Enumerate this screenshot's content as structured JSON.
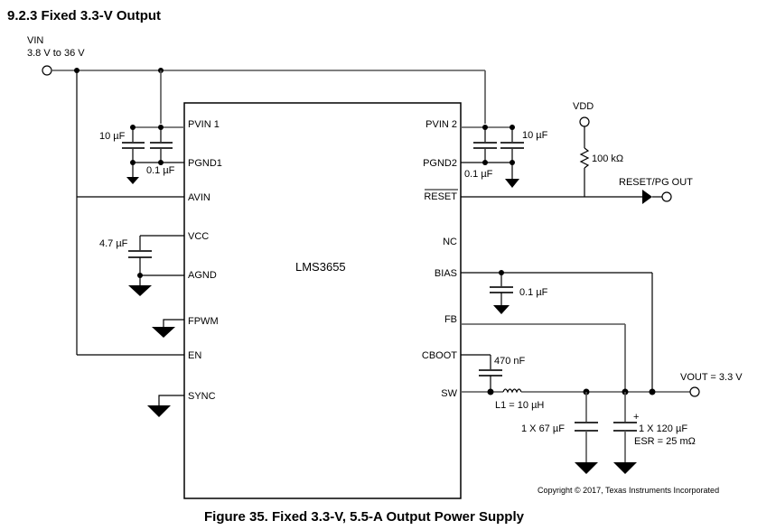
{
  "section_title": "9.2.3   Fixed 3.3-V Output",
  "vin": {
    "label": "VIN",
    "range": "3.8 V to 36 V"
  },
  "ic": {
    "name": "LMS3655",
    "left_pins": [
      "PVIN 1",
      "PGND1",
      "AVIN",
      "VCC",
      "AGND",
      "FPWM",
      "EN",
      "SYNC"
    ],
    "right_pins": [
      "PVIN 2",
      "PGND2",
      "RESET",
      "NC",
      "BIAS",
      "FB",
      "CBOOT",
      "SW"
    ]
  },
  "components": {
    "c_in1_bulk": "10 µF",
    "c_in1_hf": "0.1 µF",
    "c_in2_bulk": "10  µF",
    "c_in2_hf": "0.1  µF",
    "c_vcc": "4.7  µF",
    "c_bias": "0.1 µF",
    "c_boot": "470 nF",
    "inductor": "L1 = 10 µH",
    "c_out1": "1 X 67 µF",
    "c_out2": "1 X 120 µF",
    "c_out2_esr": "ESR = 25 mΩ",
    "c_out2_polarity": "+",
    "r_pullup": "100 kΩ"
  },
  "nets": {
    "vdd": "VDD",
    "reset_out": "RESET/PG OUT",
    "vout": "VOUT = 3.3 V"
  },
  "copyright": "Copyright © 2017, Texas Instruments Incorporated",
  "figure_caption": "Figure 35.  Fixed 3.3-V, 5.5-A Output Power Supply"
}
